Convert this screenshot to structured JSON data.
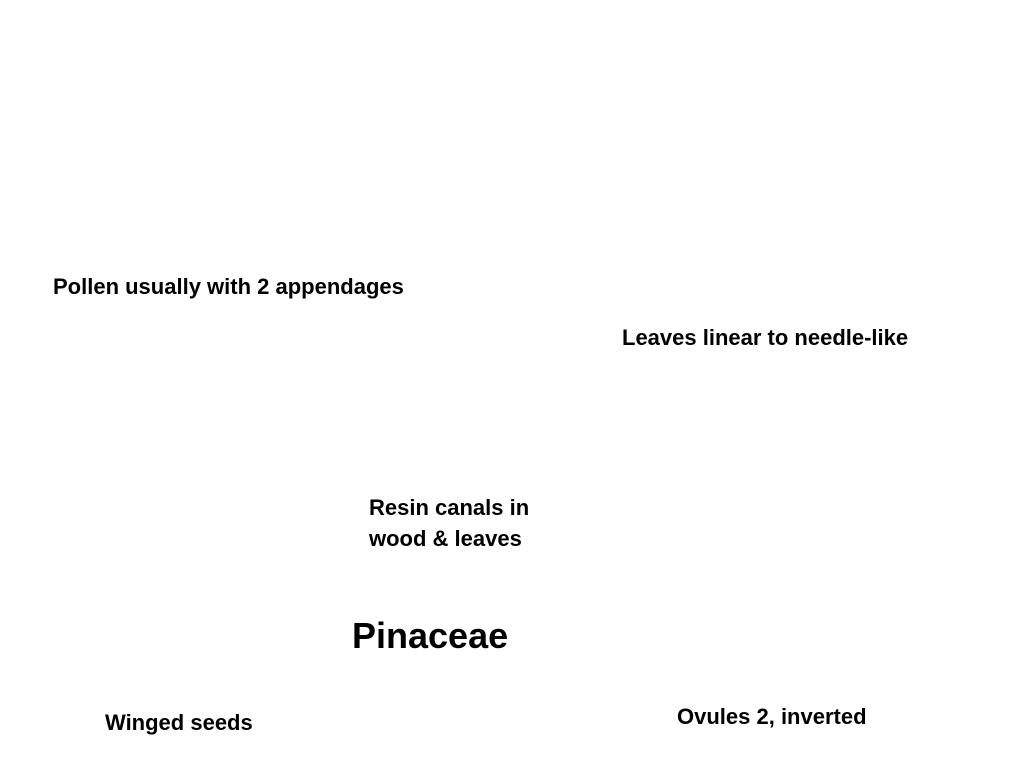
{
  "slide": {
    "title": "Pinaceae",
    "traits": {
      "pollen": "Pollen usually with 2 appendages",
      "leaves": "Leaves linear to needle-like",
      "resin_line1": "Resin canals in",
      "resin_line2": "wood & leaves",
      "ovules": "Ovules 2, inverted",
      "seeds": "Winged seeds"
    }
  },
  "colors": {
    "background": "#ffffff",
    "text": "#000000"
  }
}
